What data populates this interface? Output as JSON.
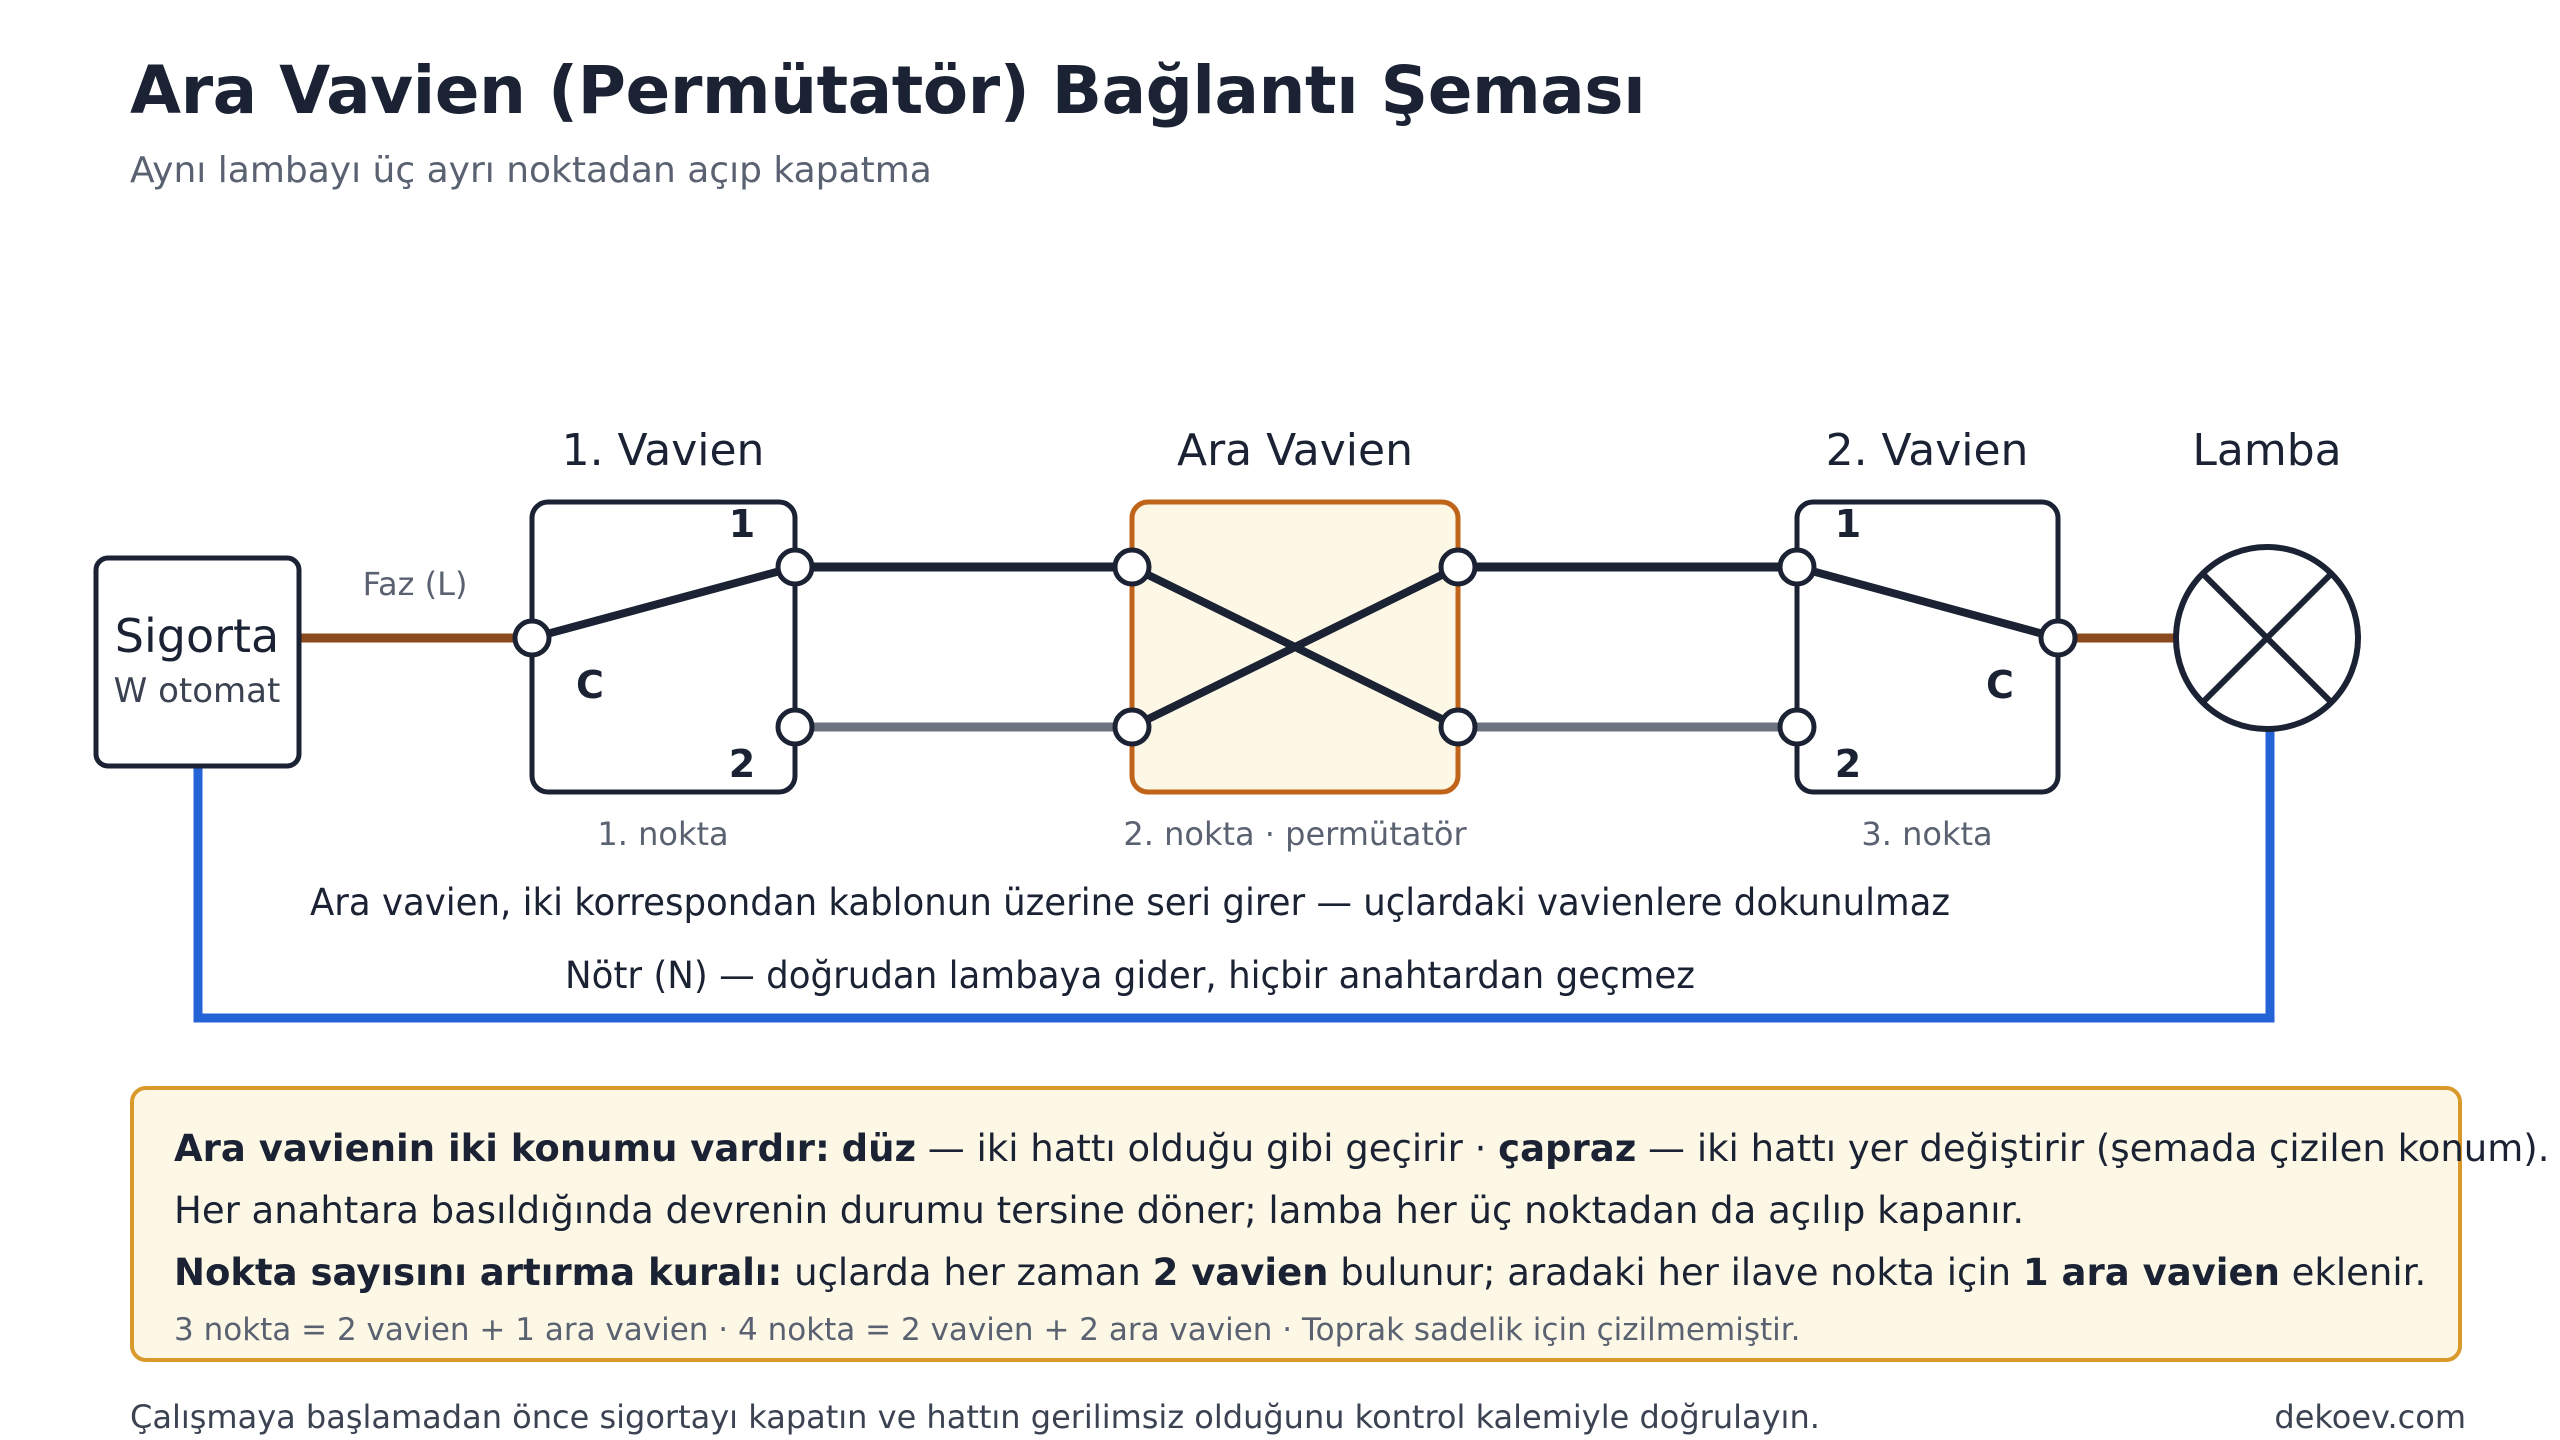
{
  "header": {
    "title": "Ara Vavien (Permütatör) Bağlantı Şeması",
    "subtitle": "Aynı lambayı üç ayrı noktadan açıp kapatma"
  },
  "diagram": {
    "fuse": {
      "name": "Sigorta",
      "type": "W otomat"
    },
    "phase_label": "Faz (L)",
    "switch1": {
      "title": "1. Vavien",
      "t1": "1",
      "t2": "2",
      "common": "C",
      "caption": "1. nokta"
    },
    "intermediate": {
      "title": "Ara Vavien",
      "caption": "2. nokta · permütatör"
    },
    "switch2": {
      "title": "2. Vavien",
      "t1": "1",
      "t2": "2",
      "common": "C",
      "caption": "3. nokta"
    },
    "lamp": {
      "title": "Lamba"
    },
    "series_note": "Ara vavien, iki korrespondan kablonun üzerine seri girer — uçlardaki vavienlere dokunulmaz",
    "neutral_note": "Nötr (N) — doğrudan lambaya gider, hiçbir anahtardan geçmez"
  },
  "info": {
    "l1_b1": "Ara vavienin iki konumu vardır:",
    "l1_b2": "düz",
    "l1_t1": " — iki hattı olduğu gibi geçirir  ·  ",
    "l1_b3": "çapraz",
    "l1_t2": " — iki hattı yer değiştirir (şemada çizilen konum).",
    "l2": "Her anahtara basıldığında devrenin durumu tersine döner; lamba her üç noktadan da açılıp kapanır.",
    "l3_b1": "Nokta sayısını artırma kuralı:",
    "l3_t1": " uçlarda her zaman ",
    "l3_b2": "2 vavien",
    "l3_t2": " bulunur; aradaki her ilave nokta için ",
    "l3_b3": "1 ara vavien",
    "l3_t3": " eklenir.",
    "l4": "3 nokta = 2 vavien + 1 ara vavien  ·  4 nokta = 2 vavien + 2 ara vavien  ·  Toprak sadelik için çizilmemiştir."
  },
  "footer": {
    "warning": "Çalışmaya başlamadan önce sigortayı kapatın ve hattın gerilimsiz olduğunu kontrol kalemiyle doğrulayın.",
    "website": "dekoev.com"
  },
  "colors": {
    "phase": "#8b4a1e",
    "neutral": "#2463d6",
    "traveler_dark": "#1a2233",
    "traveler_gray": "#6b7280",
    "intermediate_border": "#c0641a",
    "intermediate_fill": "#fdf8e6",
    "info_border": "#d99a2b"
  },
  "icons": [
    "lamp-cross-icon"
  ]
}
